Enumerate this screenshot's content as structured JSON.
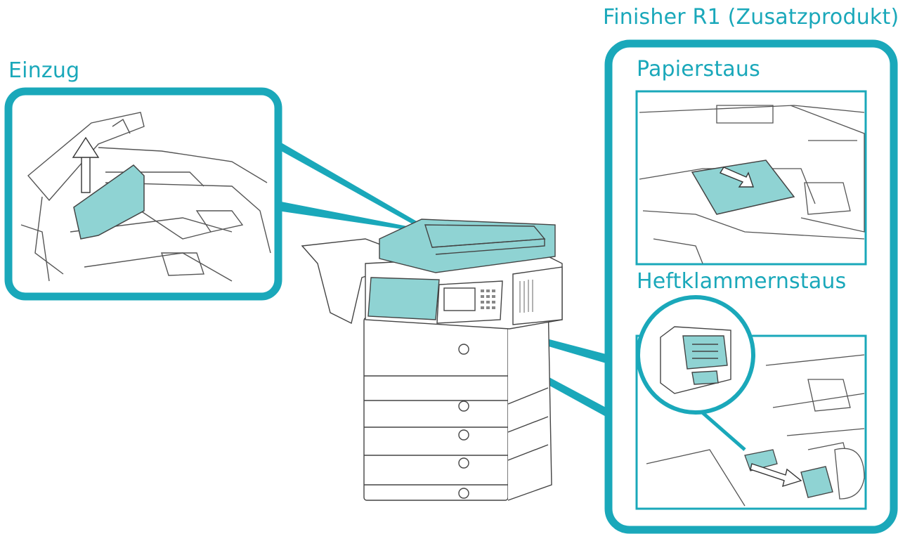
{
  "labels": {
    "finisher": "Finisher R1 (Zusatzprodukt)",
    "einzug": "Einzug",
    "papierstaus": "Papierstaus",
    "heftklammernstaus": "Heftklammernstaus"
  },
  "colors": {
    "accent": "#1aa8ba",
    "highlight": "#8fd3d3",
    "line": "#4a4a4a",
    "light_line": "#9a9a9a"
  },
  "icons": {
    "einzug_arrow": "arrow-up-icon",
    "papier_arrow": "arrow-down-icon",
    "heft_arrow": "arrow-right-icon"
  }
}
